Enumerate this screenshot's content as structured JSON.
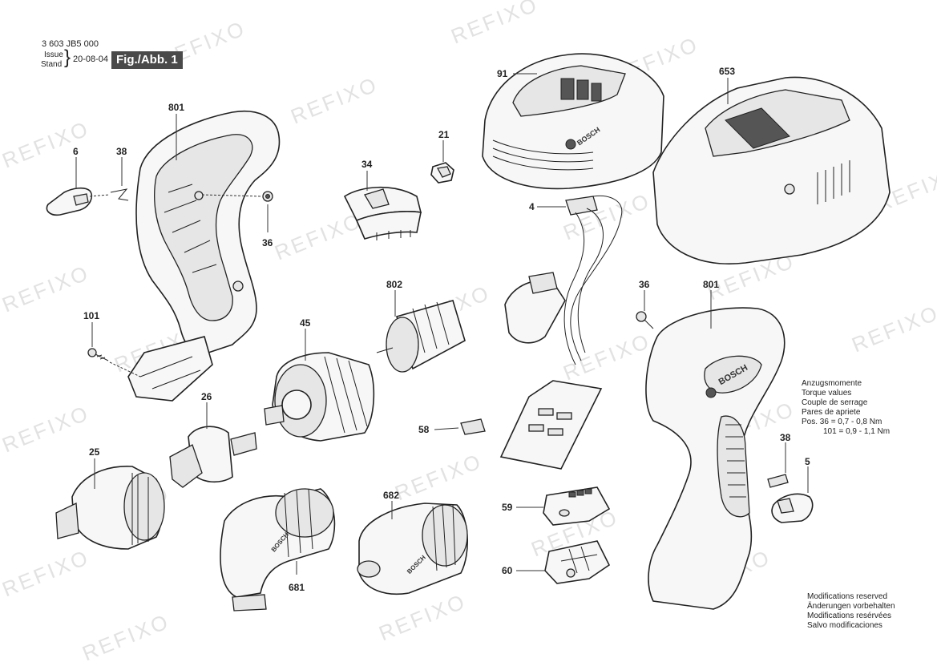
{
  "header": {
    "doc_number": "3 603 JB5 000",
    "issue_label": "Issue",
    "stand_label": "Stand",
    "date": "20-08-04",
    "figure_label": "Fig./Abb. 1"
  },
  "watermark": "REFIXO",
  "parts": {
    "p801a": "801",
    "p6": "6",
    "p38a": "38",
    "p36a": "36",
    "p34": "34",
    "p21": "21",
    "p91": "91",
    "p653": "653",
    "p4": "4",
    "p802": "802",
    "p45": "45",
    "p101": "101",
    "p26": "26",
    "p25": "25",
    "p58": "58",
    "p682": "682",
    "p681": "681",
    "p59": "59",
    "p60": "60",
    "p36b": "36",
    "p801b": "801",
    "p38b": "38",
    "p5": "5"
  },
  "brand_marks": {
    "battery": "BOSCH",
    "housing": "BOSCH",
    "angle_adapter": "BOSCH",
    "eccentric_adapter": "BOSCH"
  },
  "torque": {
    "line1": "Anzugsmomente",
    "line2": "Torque values",
    "line3": "Couple de serrage",
    "line4": "Pares de apriete",
    "row1": "Pos.  36  = 0,7 - 0,8 Nm",
    "row2": "101 = 0,9 - 1,1 Nm"
  },
  "modifications": {
    "line1": "Modifications reserved",
    "line2": "Änderungen vorbehalten",
    "line3": "Modifications resérvées",
    "line4": "Salvo modificaciones"
  }
}
